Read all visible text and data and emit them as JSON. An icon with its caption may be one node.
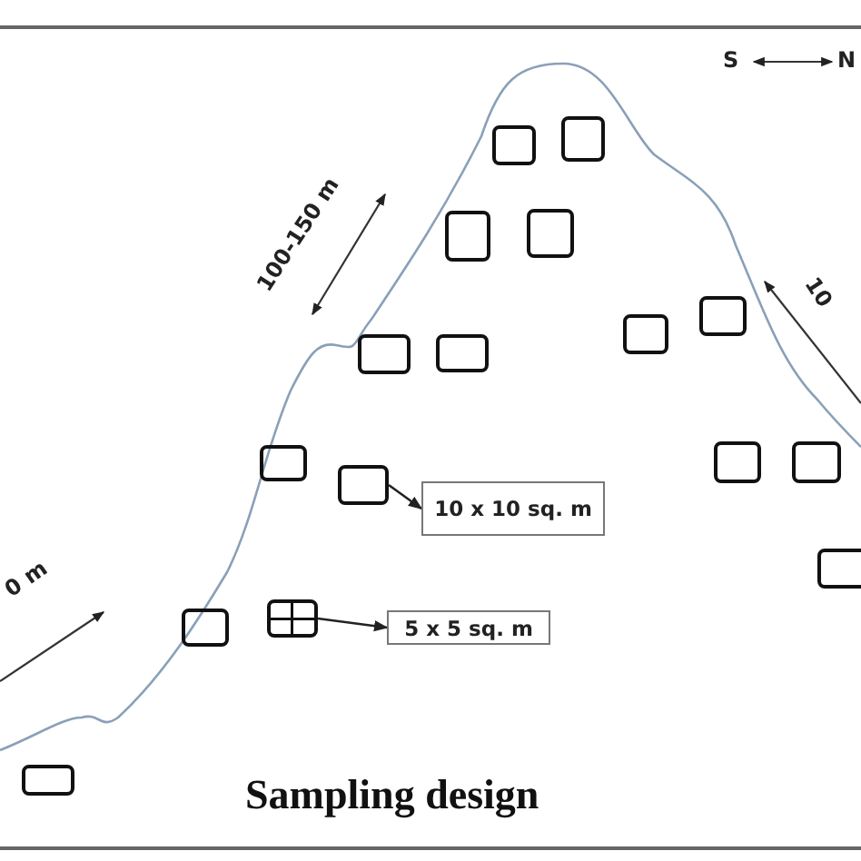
{
  "diagram": {
    "title": "Sampling design",
    "nodes": [
      {
        "text": [],
        "shape": "box"
      },
      {
        "text": [],
        "shape": "box"
      },
      {
        "text": [],
        "shape": "box"
      },
      {
        "text": [],
        "shape": "box"
      },
      {
        "text": [],
        "shape": "box"
      },
      {
        "text": [],
        "shape": "box"
      },
      {
        "text": [],
        "shape": "box"
      },
      {
        "text": [],
        "shape": "box"
      },
      {
        "text": [],
        "shape": "box"
      },
      {
        "text": [],
        "shape": "box"
      },
      {
        "text": [
          "10 x 10 sq. m"
        ]
      },
      {
        "text": [],
        "shape": "box"
      },
      {
        "text": [],
        "shape": "box"
      },
      {
        "text": [],
        "shape": "box"
      },
      {
        "text": [],
        "shape": "box"
      },
      {
        "text": [],
        "shape": "grid"
      },
      {
        "text": [
          "5 x 5 sq. m"
        ]
      },
      {
        "text": [],
        "shape": "box"
      }
    ],
    "edges": [
      {
        "from": 9,
        "to": 10,
        "arrow": "to"
      },
      {
        "from": 15,
        "to": 16,
        "arrow": "to"
      }
    ],
    "labels": [
      "S",
      "N",
      "100-150 m",
      "10",
      "0 m"
    ]
  }
}
